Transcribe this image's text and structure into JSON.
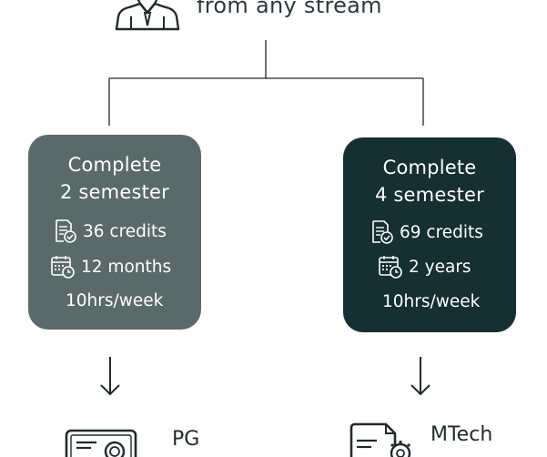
{
  "header": {
    "text": "from any stream",
    "icon": "person-tie-icon"
  },
  "cards": [
    {
      "title_line1": "Complete",
      "title_line2": "2 semester",
      "credits": "36 credits",
      "duration": "12 months",
      "hours": "10hrs/week"
    },
    {
      "title_line1": "Complete",
      "title_line2": "4 semester",
      "credits": "69 credits",
      "duration": "2 years",
      "hours": "10hrs/week"
    }
  ],
  "outcomes": [
    {
      "label": "PG",
      "icon": "certificate-icon"
    },
    {
      "label": "MTech",
      "icon": "document-gear-icon"
    }
  ],
  "colors": {
    "card_left": "#5a6a6b",
    "card_right": "#152f33",
    "line": "#1f2a2c"
  }
}
